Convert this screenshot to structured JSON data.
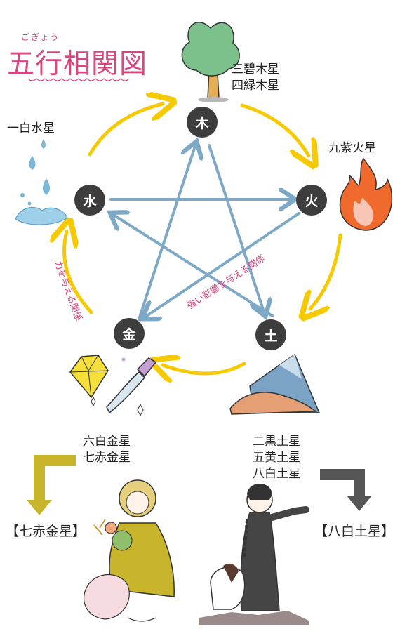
{
  "title": {
    "ruby": "ごぎょう",
    "text": "五行相関図"
  },
  "elements": {
    "wood": "木",
    "fire": "火",
    "earth": "土",
    "metal": "金",
    "water": "水"
  },
  "stars": {
    "wood": [
      "三碧木星",
      "四緑木星"
    ],
    "fire": [
      "九紫火星"
    ],
    "water": [
      "一白水星"
    ],
    "metal": [
      "六白金星",
      "七赤金星"
    ],
    "earth": [
      "二黒土星",
      "五黄土星",
      "八白土星"
    ]
  },
  "relations": {
    "generating": "力を与える関係",
    "controlling": "強い影響を与える関係"
  },
  "results": {
    "left": "【七赤金星】",
    "right": "【八白土星】"
  },
  "colors": {
    "title_pink": "#d8457f",
    "generating_arrow": "#f6c900",
    "controlling_arrow": "#7ea9c6",
    "node_fill": "#3d3d3d",
    "left_arrow": "#c9b52c",
    "right_arrow": "#555555"
  },
  "icons": [
    "tree-icon",
    "flame-icon",
    "mountain-icon",
    "gems-dagger-icon",
    "water-drops-icon",
    "woman-illustration",
    "man-dog-illustration"
  ]
}
